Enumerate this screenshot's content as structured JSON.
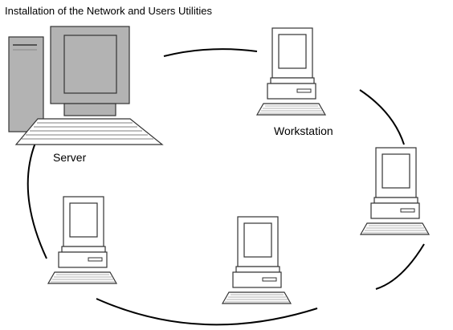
{
  "title": "Installation of the Network and Users Utilities",
  "nodes": {
    "server": {
      "label": "Server",
      "icon": "server-computer-icon"
    },
    "workstation_top": {
      "label": "Workstation",
      "icon": "workstation-computer-icon"
    },
    "workstation_right": {
      "label": "",
      "icon": "workstation-computer-icon"
    },
    "workstation_bottom": {
      "label": "",
      "icon": "workstation-computer-icon"
    },
    "workstation_left": {
      "label": "",
      "icon": "workstation-computer-icon"
    }
  },
  "colors": {
    "server_fill": "#b3b3b3",
    "outline": "#333333",
    "line": "#000000"
  }
}
